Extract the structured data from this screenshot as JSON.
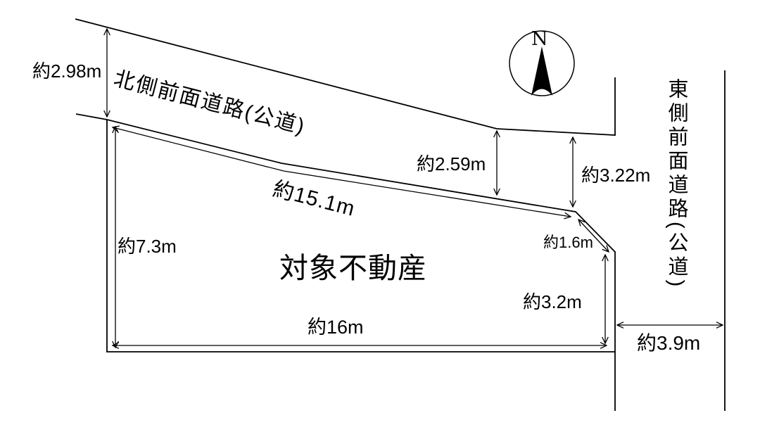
{
  "compass": {
    "label": "N"
  },
  "roads": {
    "north": {
      "label": "北側前面道路(公道)"
    },
    "east": {
      "label": "東側前面道路(公道)"
    }
  },
  "property": {
    "label": "対象不動産"
  },
  "measurements": {
    "north_road_width": "約2.98m",
    "north_frontage": "約15.1m",
    "road_gap_center": "約2.59m",
    "road_gap_east": "約3.22m",
    "west_side": "約7.3m",
    "south_side": "約16m",
    "corner_cut": "約1.6m",
    "east_side": "約3.2m",
    "east_road_width": "約3.9m"
  },
  "colors": {
    "background": "#ffffff",
    "line": "#000000",
    "text": "#000000"
  }
}
